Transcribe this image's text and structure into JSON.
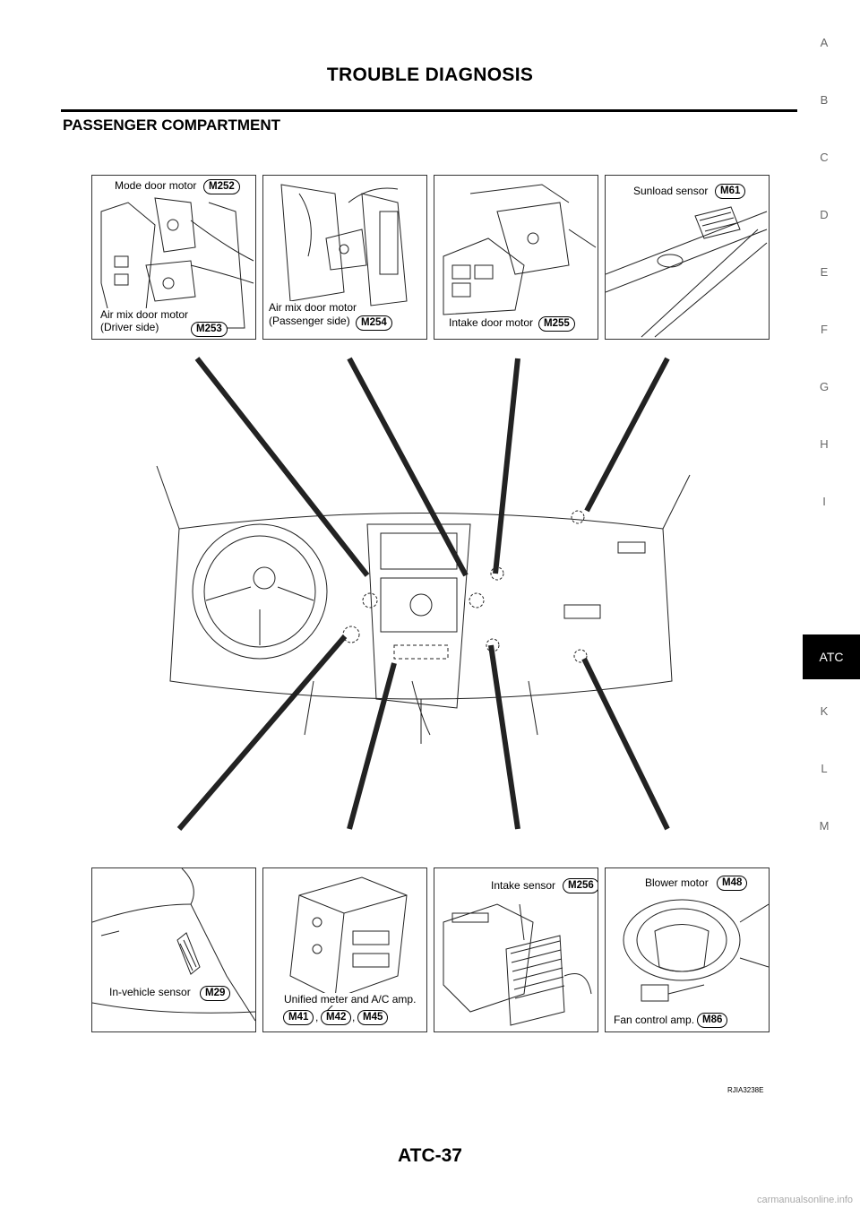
{
  "header": {
    "title": "TROUBLE DIAGNOSIS"
  },
  "section": {
    "title": "PASSENGER COMPARTMENT"
  },
  "side_index": {
    "letters": [
      "A",
      "B",
      "C",
      "D",
      "E",
      "F",
      "G",
      "H",
      "I",
      "K",
      "L",
      "M"
    ],
    "active_tab": "ATC"
  },
  "top_panels": [
    {
      "labels": [
        "Mode door motor",
        "Air mix door motor",
        "(Driver side)"
      ],
      "connectors": [
        "M252",
        "M253"
      ]
    },
    {
      "labels": [
        "Air mix door motor",
        "(Passenger side)"
      ],
      "connectors": [
        "M254"
      ]
    },
    {
      "labels": [
        "Intake door motor"
      ],
      "connectors": [
        "M255"
      ]
    },
    {
      "labels": [
        "Sunload sensor"
      ],
      "connectors": [
        "M61"
      ]
    }
  ],
  "bottom_panels": [
    {
      "labels": [
        "In-vehicle sensor"
      ],
      "connectors": [
        "M29"
      ]
    },
    {
      "labels": [
        "Unified meter and A/C amp."
      ],
      "connectors": [
        "M41",
        "M42",
        "M45"
      ],
      "separator": ","
    },
    {
      "labels": [
        "Intake sensor"
      ],
      "connectors": [
        "M256"
      ]
    },
    {
      "labels": [
        "Blower motor",
        "Fan control amp."
      ],
      "connectors": [
        "M48",
        "M86"
      ]
    }
  ],
  "figure_code": "RJIA3238E",
  "page_number": "ATC-37",
  "footer": "carmanualsonline.info"
}
